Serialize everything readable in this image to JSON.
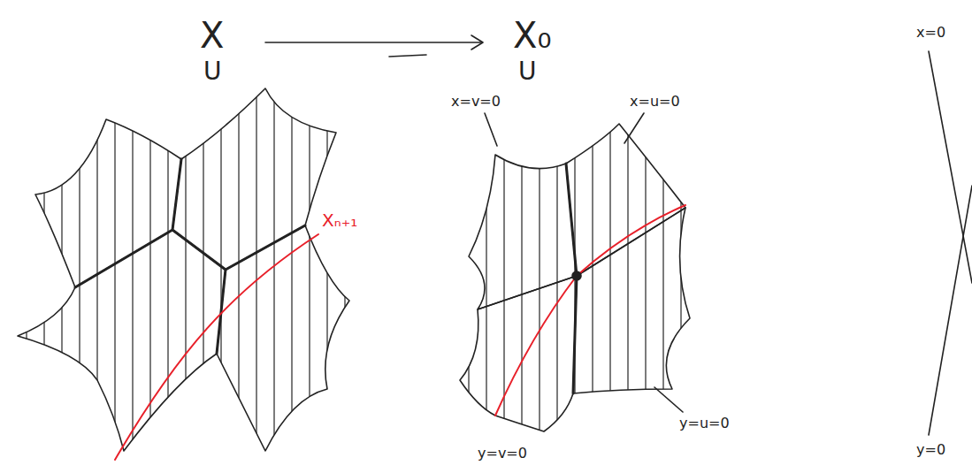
{
  "diagram": {
    "labels": [
      "X",
      "U",
      "X₀",
      "U",
      "Xₙ₊₁",
      "x=v=0",
      "x=u=0",
      "y=v=0",
      "y=u=0",
      "x=0",
      "y=0"
    ]
  }
}
